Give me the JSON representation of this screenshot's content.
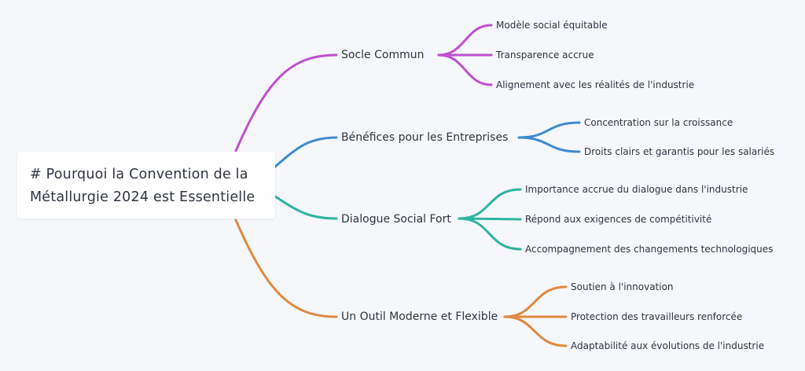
{
  "root": {
    "line1": "# Pourquoi la Convention de la",
    "line2": "Métallurgie 2024 est Essentielle"
  },
  "branches": [
    {
      "label": "Socle Commun",
      "color": "#c04fd0",
      "leaves": [
        "Modèle social équitable",
        "Transparence accrue",
        "Alignement avec les réalités de l'industrie"
      ]
    },
    {
      "label": "Bénéfices pour les Entreprises",
      "color": "#3d8bd0",
      "leaves": [
        "Concentration sur la croissance",
        "Droits clairs et garantis pour les salariés"
      ]
    },
    {
      "label": "Dialogue Social Fort",
      "color": "#2fb3a0",
      "leaves": [
        "Importance accrue du dialogue dans l'industrie",
        "Répond aux exigences de compétitivité",
        "Accompagnement des changements technologiques"
      ]
    },
    {
      "label": "Un Outil Moderne et Flexible",
      "color": "#e08a40",
      "leaves": [
        "Soutien à l'innovation",
        "Protection des travailleurs renforcée",
        "Adaptabilité aux évolutions de l'industrie"
      ]
    }
  ]
}
